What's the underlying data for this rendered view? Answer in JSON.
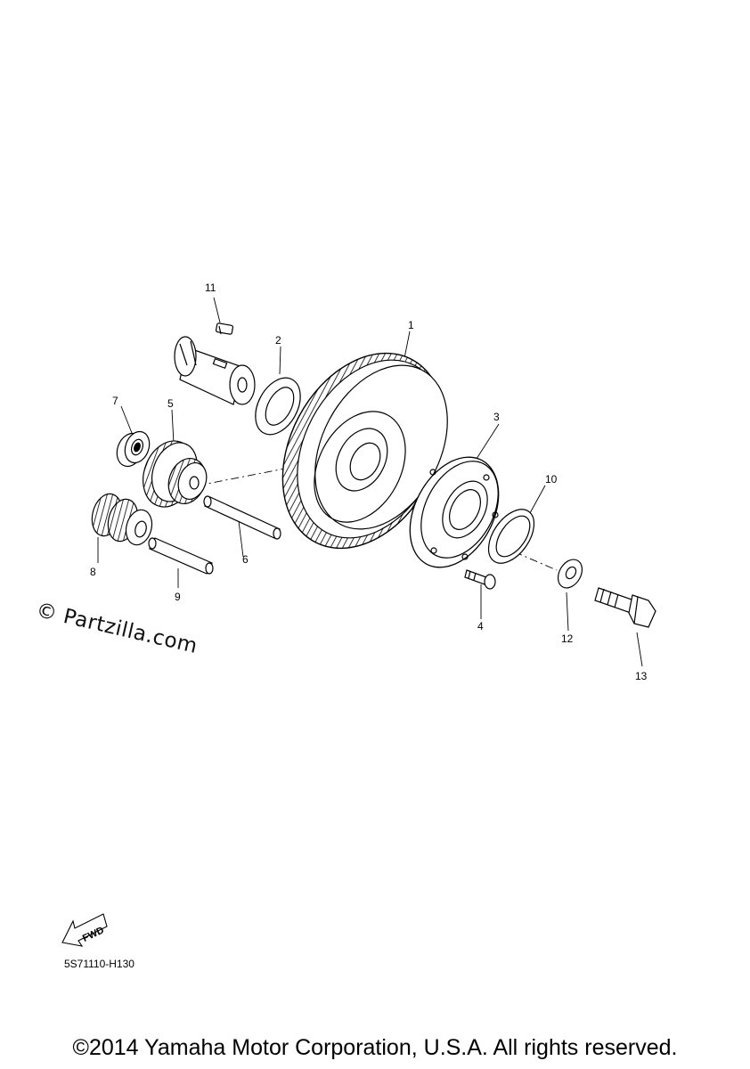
{
  "labels": {
    "p1": "1",
    "p2": "2",
    "p3": "3",
    "p4": "4",
    "p5": "5",
    "p6": "6",
    "p7": "7",
    "p8": "8",
    "p9": "9",
    "p10": "10",
    "p11": "11",
    "p12": "12",
    "p13": "13"
  },
  "watermark": "© Partzilla.com",
  "fwd": "FWD",
  "ref_code": "5S71110-H130",
  "copyright": "©2014 Yamaha Motor Corporation, U.S.A. All rights reserved."
}
